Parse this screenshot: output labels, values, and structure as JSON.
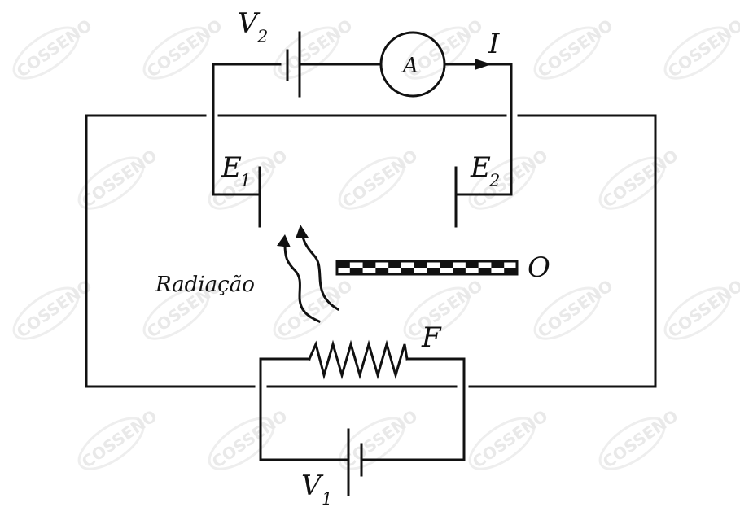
{
  "labels": {
    "v2": "V",
    "v2_sub": "2",
    "ammeter": "A",
    "current": "I",
    "e1": "E",
    "e1_sub": "1",
    "e2": "E",
    "e2_sub": "2",
    "radiation": "Radiação",
    "object": "O",
    "filament": "F",
    "v1": "V",
    "v1_sub": "1"
  },
  "watermark": {
    "text": "COSSENO"
  }
}
